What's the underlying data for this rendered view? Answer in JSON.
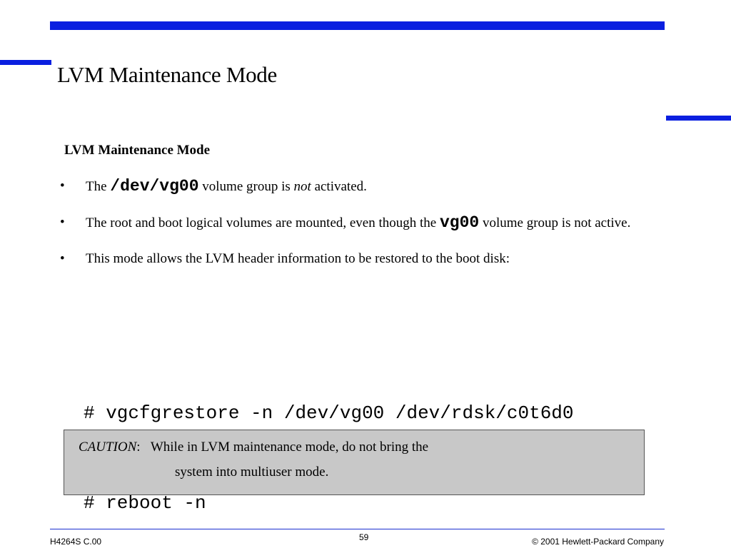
{
  "slide": {
    "title": "LVM Maintenance Mode",
    "subheading": "LVM Maintenance Mode",
    "bullets": [
      {
        "prefix": "The ",
        "code": "/dev/vg00",
        "middle": " volume group is ",
        "emphasis": "not",
        "suffix": " activated."
      },
      {
        "prefix": "The root and boot logical volumes are mounted, even though the ",
        "code": "vg00",
        "suffix": " volume group is not active."
      },
      {
        "text": "This mode allows the LVM header information to be restored to the boot disk:"
      }
    ],
    "bullet_glyph": "•",
    "code_lines": [
      "# vgcfgrestore -n /dev/vg00 /dev/rdsk/c0t6d0",
      "# reboot -n"
    ],
    "caution": {
      "label": "CAUTION",
      "colon": ":",
      "line1": "While in LVM maintenance mode, do not bring the",
      "line2": "system into multiuser mode."
    }
  },
  "footer": {
    "course_code": "H4264S C.00",
    "page_number": "59",
    "copyright": "© 2001 Hewlett-Packard Company"
  },
  "colors": {
    "accent_blue": "#0a1fe0",
    "caution_background": "#c8c8c8"
  }
}
